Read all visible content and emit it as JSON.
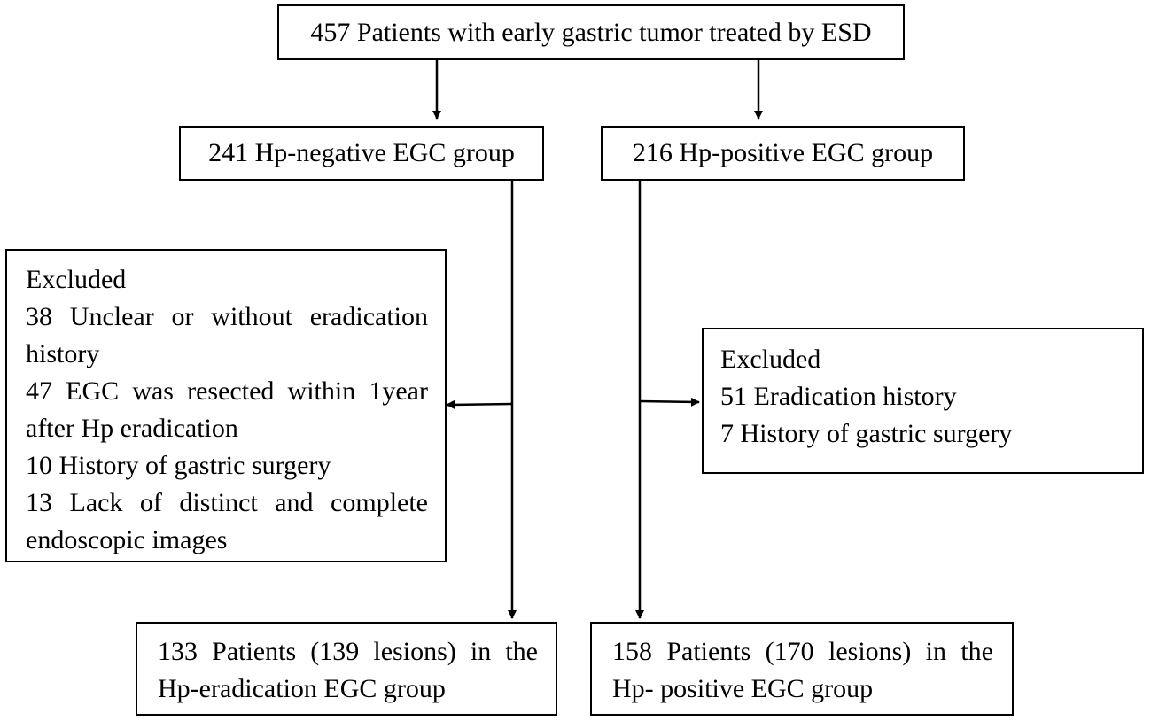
{
  "boxes": {
    "top": "457 Patients with early gastric tumor treated by ESD",
    "neg_group": "241 Hp-negative EGC group",
    "pos_group": "216 Hp-positive EGC group",
    "excl_left": {
      "heading": "Excluded",
      "l1": "38 Unclear or without eradication",
      "l2": "history",
      "l3": "47 EGC was resected within 1year",
      "l4": "after Hp eradication",
      "l5": "10 History of gastric surgery",
      "l6": "13 Lack of distinct and complete",
      "l7": "endoscopic images"
    },
    "excl_right": {
      "heading": "Excluded",
      "l1": "51 Eradication history",
      "l2": "7 History of gastric surgery"
    },
    "final_left": {
      "l1": "133 Patients (139 lesions) in the",
      "l2": "Hp-eradication EGC group"
    },
    "final_right": {
      "l1": "158 Patients (170 lesions) in the",
      "l2": "Hp- positive EGC group"
    }
  }
}
